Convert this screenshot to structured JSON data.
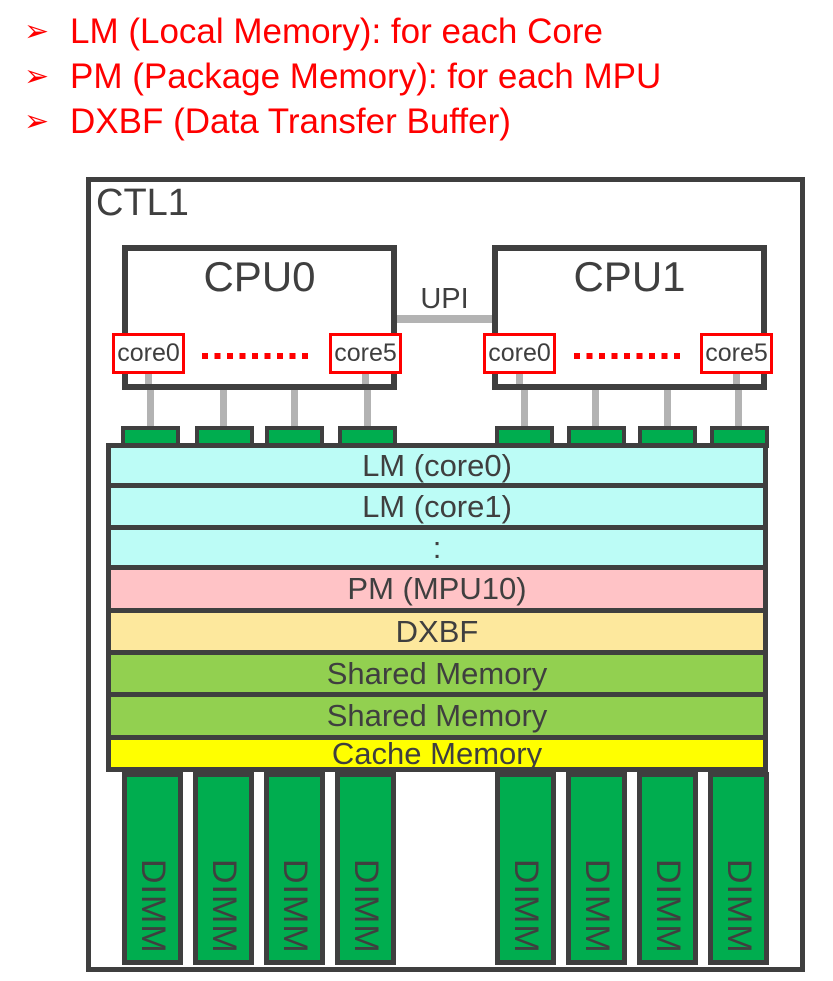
{
  "colors": {
    "accent_red": "#FF0000",
    "line_dark": "#3F3F3F",
    "connector_gray": "#B3B3B3",
    "port_green": "#00AD4F",
    "lm_cyan": "#BCFCF6",
    "pm_pink": "#FFC3C6",
    "dxbf_wheat": "#FDE89D",
    "shared_green": "#92D050",
    "cache_yellow": "#FFFF00"
  },
  "icons": {
    "arrow_bullet": "➢"
  },
  "bullets": [
    {
      "text": "LM (Local Memory): for each Core"
    },
    {
      "text": "PM (Package Memory): for each MPU"
    },
    {
      "text": "DXBF (Data Transfer Buffer)"
    }
  ],
  "diagram": {
    "title": "CTL1",
    "upi_label": "UPI",
    "cpus": [
      {
        "label": "CPU0",
        "first_core": "core0",
        "last_core": "core5"
      },
      {
        "label": "CPU1",
        "first_core": "core0",
        "last_core": "core5"
      }
    ],
    "memory_rows": [
      {
        "label": "LM (core0)",
        "color": "#BCFCF6"
      },
      {
        "label": "LM (core1)",
        "color": "#BCFCF6"
      },
      {
        "label": ":",
        "color": "#BCFCF6"
      },
      {
        "label": "PM (MPU10)",
        "color": "#FFC3C6"
      },
      {
        "label": "DXBF",
        "color": "#FDE89D"
      },
      {
        "label": "Shared Memory",
        "color": "#92D050"
      },
      {
        "label": "Shared Memory",
        "color": "#92D050"
      },
      {
        "label": "Cache Memory",
        "color": "#FFFF00"
      }
    ],
    "dimm_label": "DIMM"
  }
}
